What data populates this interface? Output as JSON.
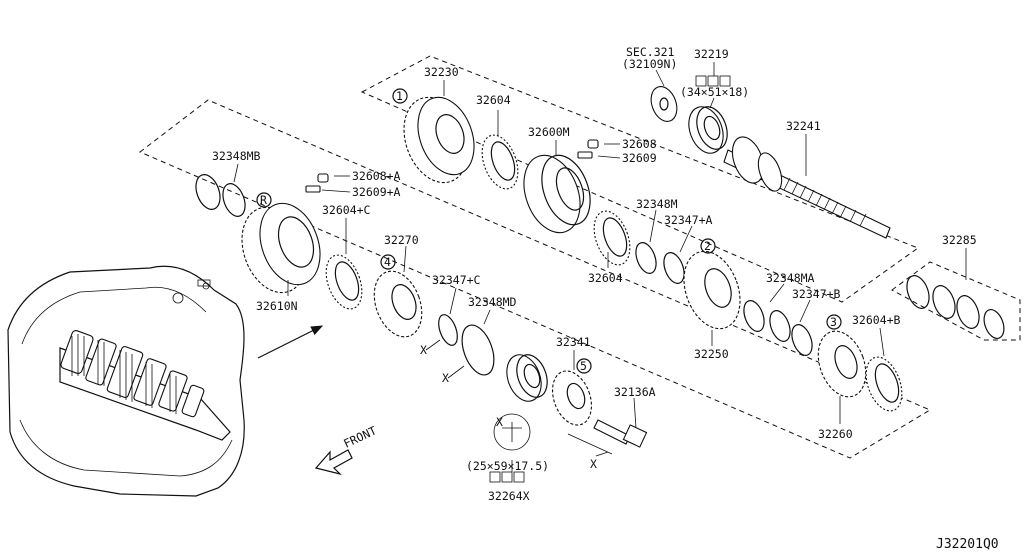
{
  "diagram_code": "J32201Q0",
  "front_label": "FRONT",
  "parts": {
    "p32230": "32230",
    "p32604_top": "32604",
    "p32600M": "32600M",
    "p32608": "32608",
    "p32609": "32609",
    "sec": "SEC.321",
    "sec_sub": "(32109N)",
    "p32219": "32219",
    "p32219_dim": "(34×51×18)",
    "p32241": "32241",
    "p32348MB": "32348MB",
    "p32608A": "32608+A",
    "p32609A": "32609+A",
    "p32604C": "32604+C",
    "p32270": "32270",
    "p32610N": "32610N",
    "p32604_mid": "32604",
    "p32348M": "32348M",
    "p32347A": "32347+A",
    "p32285": "32285",
    "p32347C": "32347+C",
    "p32348MD": "32348MD",
    "p32348MA": "32348MA",
    "p32347B": "32347+B",
    "p32250": "32250",
    "p32604B": "32604+B",
    "p32341": "32341",
    "p32136A": "32136A",
    "p32260": "32260",
    "p32264X_dim": "(25×59×17.5)",
    "p32264X": "32264X"
  },
  "markers": {
    "m1": "1",
    "m2": "2",
    "m3": "3",
    "m4": "4",
    "m5": "5",
    "mR": "R",
    "x1": "X",
    "x2": "X",
    "x3": "X",
    "x4": "X"
  }
}
